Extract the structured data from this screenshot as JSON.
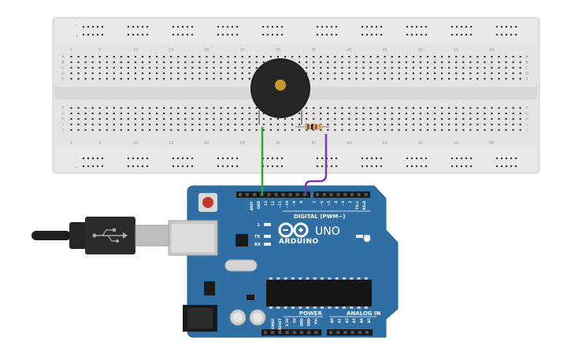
{
  "breadboard": {
    "column_numbers": [
      "1",
      "5",
      "10",
      "15",
      "20",
      "25",
      "30",
      "35",
      "40",
      "45",
      "50",
      "55",
      "60"
    ],
    "rows_top": [
      "A",
      "B",
      "C",
      "D",
      "E"
    ],
    "rows_bottom": [
      "F",
      "G",
      "H",
      "I",
      "J"
    ],
    "rail_minus": "−",
    "rail_plus": "+"
  },
  "arduino": {
    "brand": "ARDUINO",
    "model": "UNO",
    "digital_label": "DIGITAL (PWM~)",
    "power_label": "POWER",
    "analog_label": "ANALOG IN",
    "led_l": "L",
    "led_tx": "TX",
    "led_rx": "RX",
    "led_on": "ON",
    "digital_headers": [
      "AREF",
      "GND",
      "13",
      "12",
      "~11",
      "~10",
      "~9",
      "8",
      "7",
      "~6",
      "~5",
      "4",
      "~3",
      "2",
      "TX▸1",
      "RX◂0"
    ],
    "power_headers": [
      "IOREF",
      "RESET",
      "3.3V",
      "5V",
      "GND",
      "GND",
      "Vin"
    ],
    "analog_headers": [
      "A0",
      "A1",
      "A2",
      "A3",
      "A4",
      "A5"
    ]
  },
  "colors": {
    "board": "#2f6fa3",
    "breadboard": "#e6e6e6",
    "wire_green": "#2ea82e",
    "wire_purple": "#7a3aa6",
    "buzzer": "#1e1e1e",
    "buzzer_center": "#c79a2a"
  },
  "icons": {
    "usb": "usb-icon",
    "arduino_logo": "arduino-infinity-icon"
  }
}
